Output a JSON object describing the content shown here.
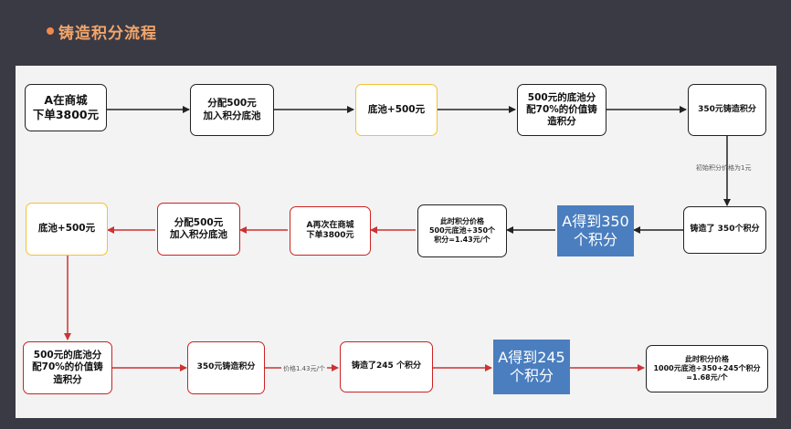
{
  "header": {
    "title": "铸造积分流程"
  },
  "colors": {
    "title": "#f2a56a",
    "black_line": "#222222",
    "red_line": "#cc3333",
    "gold": "#f1c232",
    "blue": "#4a7ebf"
  },
  "nodes": {
    "a_buy": "A在商城\n下单3800元",
    "alloc_1": "分配500元\n加入积分底池",
    "pool_1": "底池+500元",
    "split_1": "500元的底池分\n配70%的价值铸\n造积分",
    "mint_1": "350元铸造积分",
    "minted_1": "铸造了 350个积分",
    "a_gets_1": "A得到350\n个积分",
    "price_1": "此时积分价格\n500元底池÷350个\n积分=1.43元/个",
    "a_buy_2": "A再次在商城\n下单3800元",
    "alloc_2": "分配500元\n加入积分底池",
    "pool_2": "底池+500元",
    "split_2": "500元的底池分\n配70%的价值铸\n造积分",
    "mint_2": "350元铸造积分",
    "minted_2": "铸造了245 个积分",
    "a_gets_2": "A得到245\n个积分",
    "price_2": "此时积分价格\n1000元底池÷350+245个积分\n=1.68元/个"
  },
  "edge_labels": {
    "initial_price": "初始积分价格为1元",
    "price_143": "价格1.43元/个"
  }
}
